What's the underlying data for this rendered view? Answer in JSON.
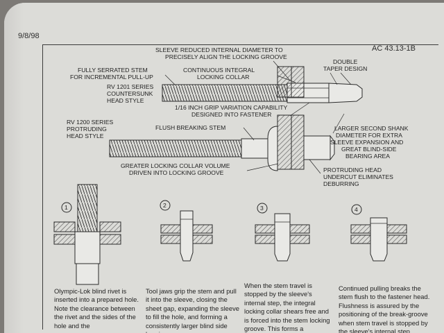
{
  "header": {
    "date": "9/8/98",
    "doc_id": "AC 43.13-1B"
  },
  "labels": {
    "sleeve": [
      "SLEEVE REDUCED INTERNAL DIAMETER TO",
      "PRECISELY ALIGN THE LOCKING GROOVE"
    ],
    "serrated": [
      "FULLY SERRATED STEM",
      "FOR INCREMENTAL PULL-UP"
    ],
    "collar": [
      "CONTINUOUS INTEGRAL",
      "LOCKING COLLAR"
    ],
    "double_taper": [
      "DOUBLE",
      "TAPER DESIGN"
    ],
    "rv1201": [
      "RV 1201 SERIES",
      "COUNTERSUNK",
      "HEAD STYLE"
    ],
    "grip": [
      "1/16 INCH GRIP VARIATION CAPABILITY",
      "DESIGNED INTO FASTENER"
    ],
    "rv1200": [
      "RV 1200 SERIES",
      "PROTRUDING",
      "HEAD STYLE"
    ],
    "flush": "FLUSH BREAKING STEM",
    "shank": [
      "LARGER SECOND SHANK",
      "DIAMETER FOR EXTRA",
      "SLEEVE EXPANSION AND",
      "GREAT BLIND-SIDE",
      "BEARING AREA"
    ],
    "volume": [
      "GREATER LOCKING COLLAR VOLUME",
      "DRIVEN INTO LOCKING GROOVE"
    ],
    "protruding": [
      "PROTRUDING HEAD",
      "UNDERCUT ELIMINATES",
      "DEBURRING"
    ]
  },
  "steps": [
    {
      "number": "1",
      "caption": "Olympic-Lok blind rivet is inserted into a prepared hole. Note the clearance between the rivet and the sides of the hole and the"
    },
    {
      "number": "2",
      "caption": "Tool jaws grip the stem and pull it into the sleeve, closing the sheet gap, expanding the sleeve to fill the hole, and forming a consistently larger blind side bearing area."
    },
    {
      "number": "3",
      "caption": "When the stem travel is stopped by the sleeve's internal step, the integral locking collar shears free and is forced into the stem locking groove. This forms a permanent mechanical lock"
    },
    {
      "number": "4",
      "caption": "Continued pulling breaks the stem flush to the fastener head. Flushness is assured by the positioning of the break-groove when stem travel is stopped by the sleeve's internal step"
    }
  ],
  "colors": {
    "paper": "#dcdcd8",
    "ink": "#1f1f1f",
    "hatch": "#555555"
  }
}
